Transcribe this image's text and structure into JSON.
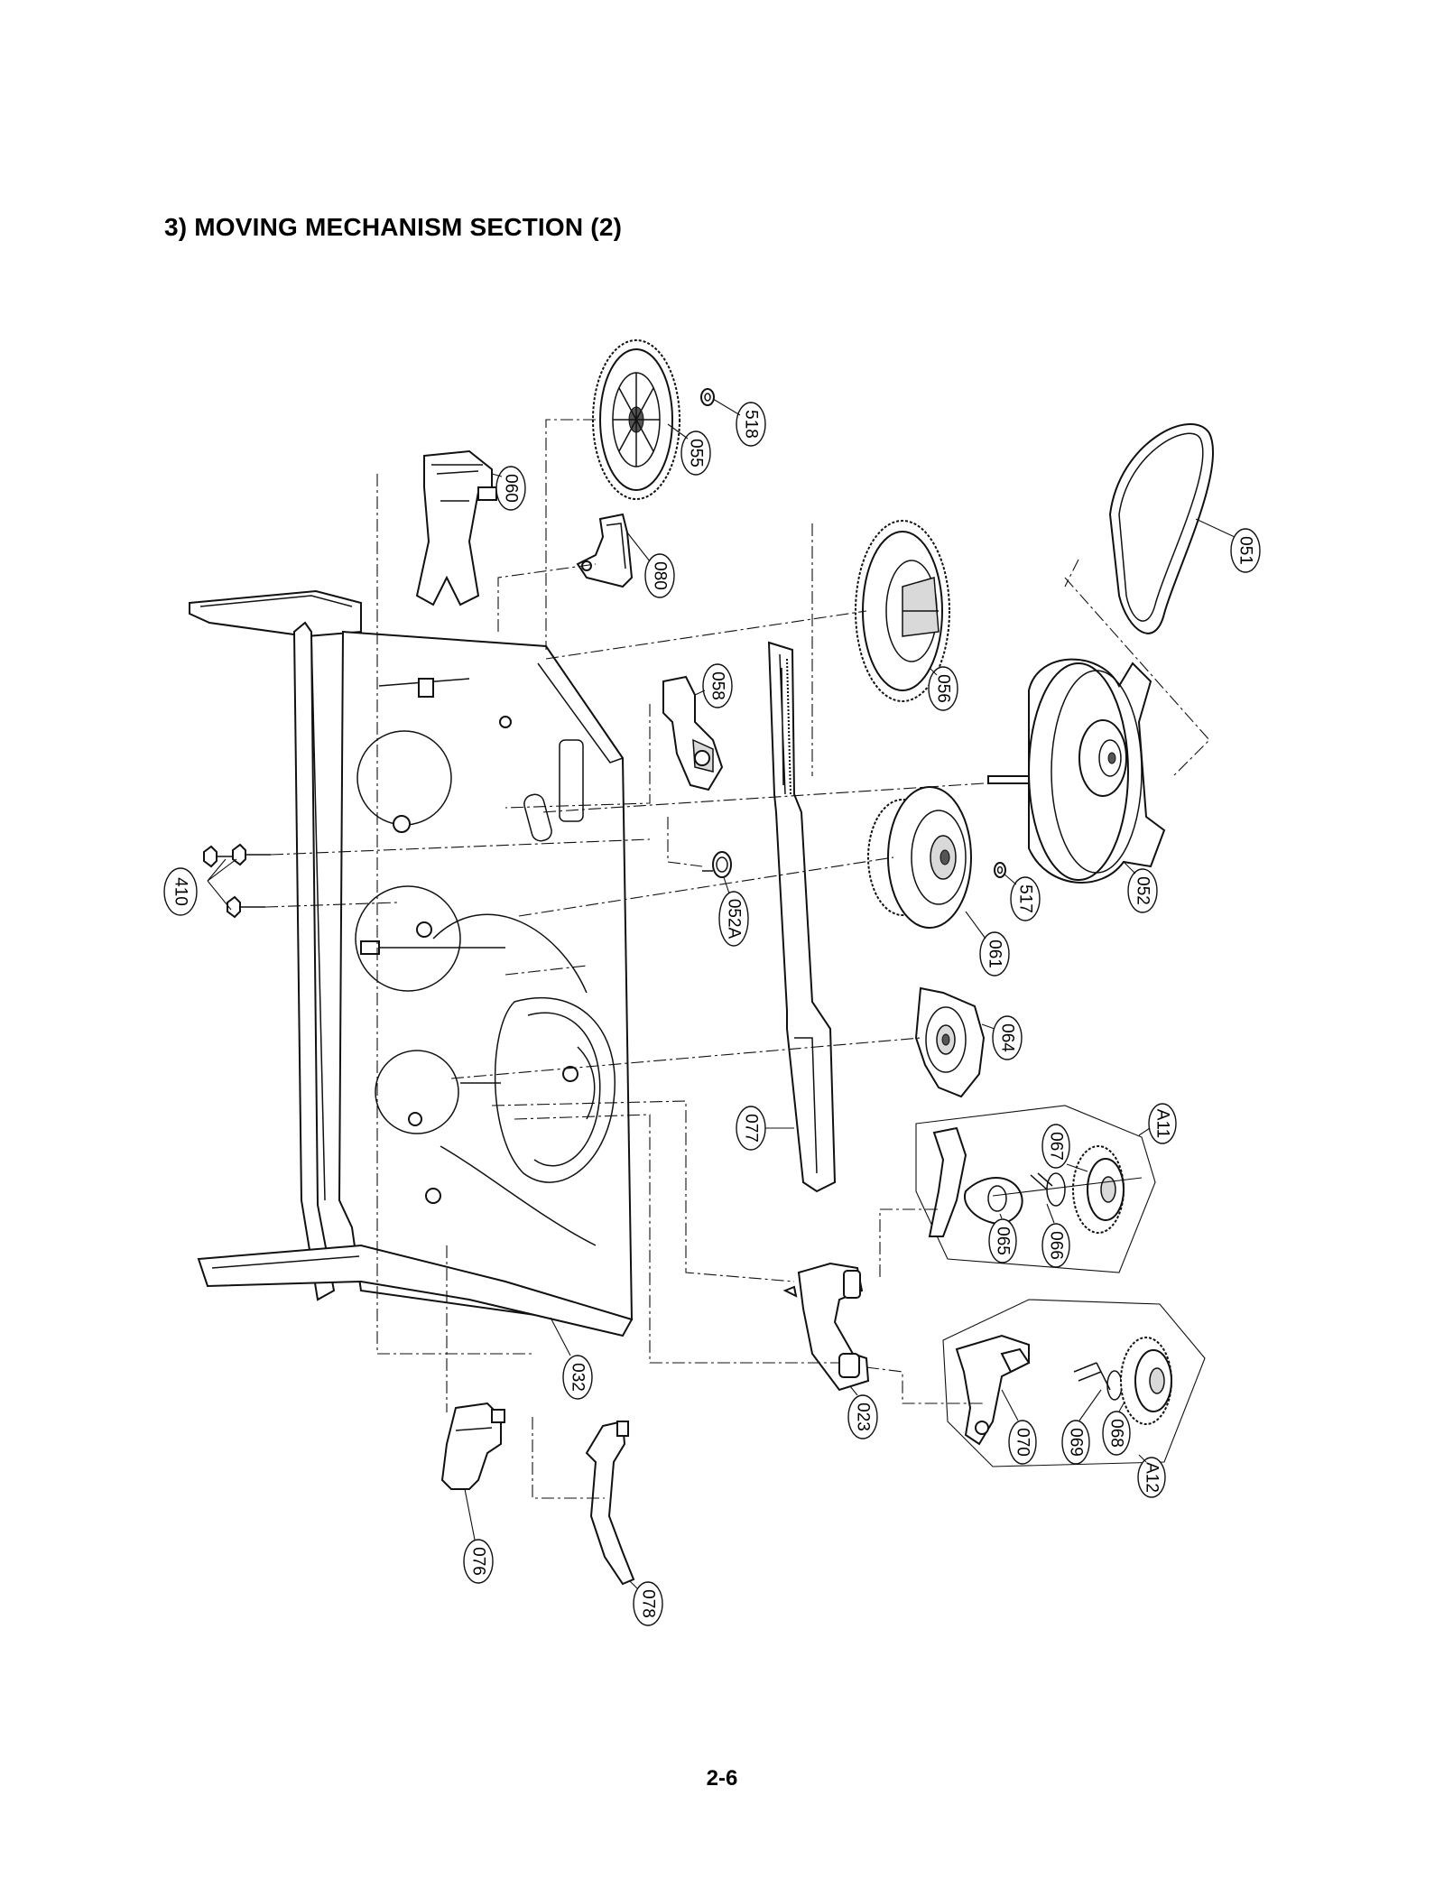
{
  "title": "3) MOVING MECHANISM SECTION (2)",
  "page_number": "2-6",
  "callouts": {
    "p518": "518",
    "p055": "055",
    "p060": "060",
    "p080": "080",
    "p051": "051",
    "p056": "056",
    "p058": "058",
    "p052": "052",
    "p052A": "052A",
    "p410": "410",
    "p061": "061",
    "p517": "517",
    "p064": "064",
    "p077": "077",
    "pA11": "A11",
    "p067": "067",
    "p065": "065",
    "p066": "066",
    "p032": "032",
    "p023": "023",
    "p070": "070",
    "p069": "069",
    "p068": "068",
    "pA12": "A12",
    "p076": "076",
    "p078": "078"
  }
}
